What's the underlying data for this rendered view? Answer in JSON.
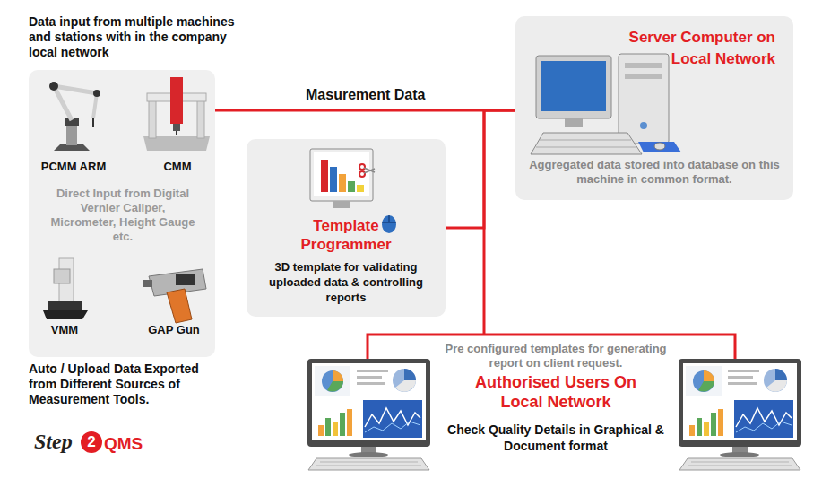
{
  "diagram": {
    "nodes": [
      {
        "text": [
          "Data input from multiple machines and stations with in the company local network",
          "PCMM ARM",
          "CMM",
          "Direct Input from Digital Vernier Caliper, Micrometer, Height Gauge etc.",
          "VMM",
          "GAP Gun"
        ]
      },
      {
        "text": [
          "Server Computer on Local Network",
          "Aggregated data stored into database on this machine in common format."
        ]
      },
      {
        "text": [
          "Template Programmer",
          "3D template for validating uploaded data & controlling reports"
        ]
      },
      {
        "text": [
          "Pre configured templates for generating report on client request.",
          "Authorised Users On Local Network",
          "Check Quality Details in Graphical & Document format"
        ]
      }
    ],
    "edges": [
      {
        "from": 0,
        "to": 1,
        "arrow": "none",
        "label": "Masurement Data"
      },
      {
        "from": 2,
        "to": 1,
        "arrow": "none"
      },
      {
        "from": 3,
        "to": 1,
        "arrow": "none"
      }
    ],
    "labels": [
      "Auto / Upload Data Exported from Different Sources of Measurement Tools.",
      "Step",
      "2",
      "QMS"
    ]
  }
}
